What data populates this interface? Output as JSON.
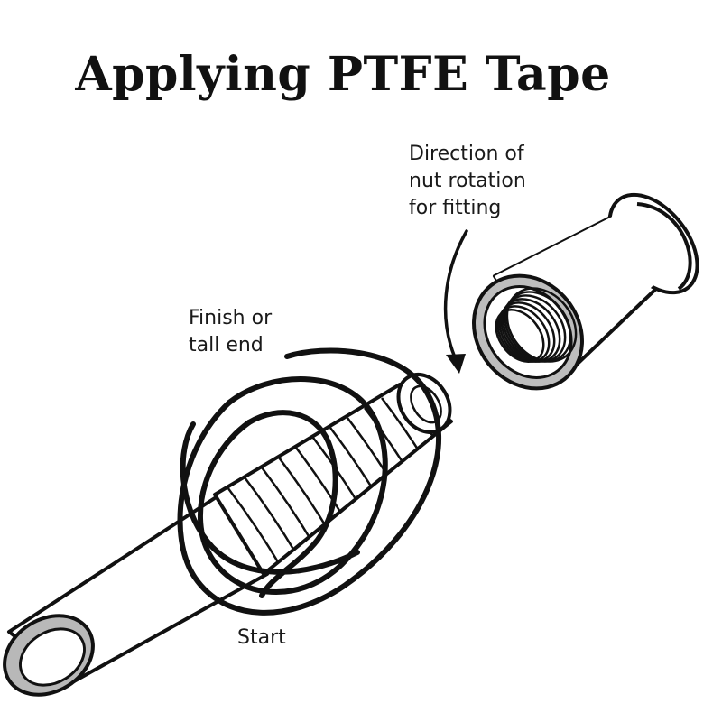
{
  "title": "Applying PTFE Tape",
  "labels": {
    "direction": [
      "Direction of",
      "nut rotation",
      "for fitting"
    ],
    "finish": [
      "Finish or",
      "tall end"
    ],
    "start": "Start"
  },
  "colors": {
    "ink": "#111111",
    "tube_fill": "#ffffff",
    "tube_bore": "#c9c9c9",
    "thread_shadow": "#bdbdbd"
  }
}
